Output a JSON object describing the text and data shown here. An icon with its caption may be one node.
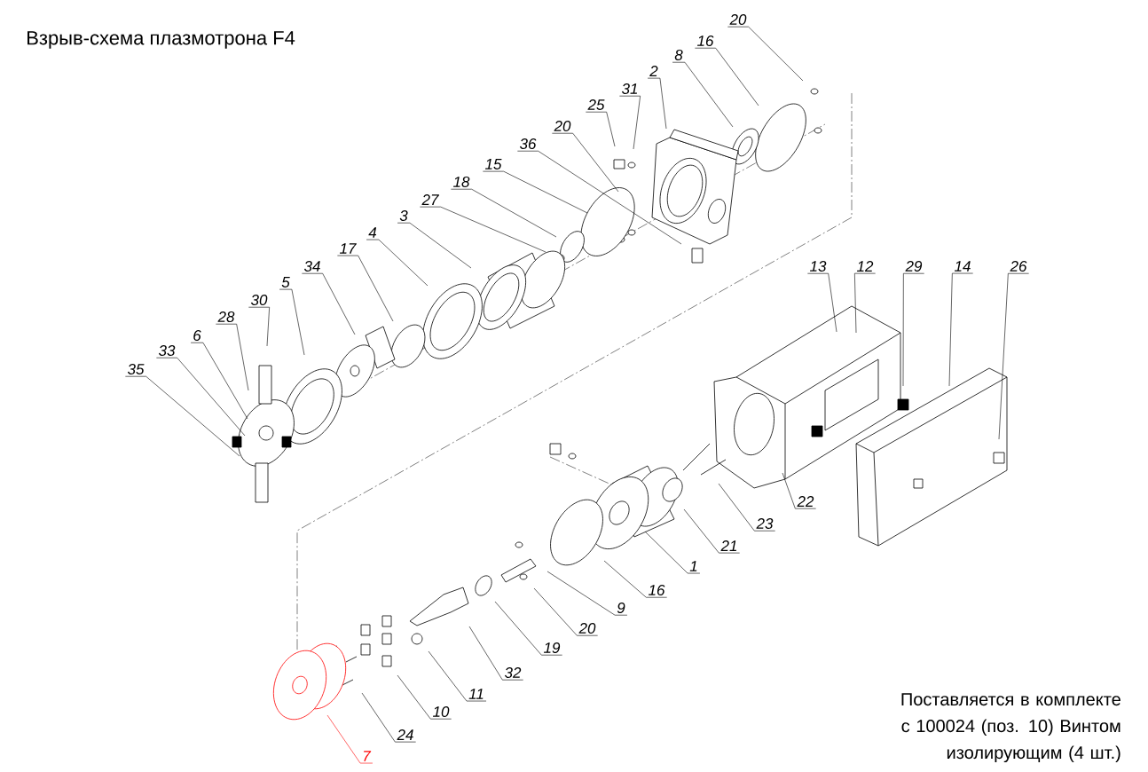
{
  "diagram": {
    "title": "Взрыв-схема плазмотрона F4",
    "nodes": [
      {
        "text": [
          "20"
        ]
      },
      {
        "text": [
          "16"
        ]
      },
      {
        "text": [
          "8"
        ]
      },
      {
        "text": [
          "2"
        ]
      },
      {
        "text": [
          "31"
        ]
      },
      {
        "text": [
          "25"
        ]
      },
      {
        "text": [
          "20"
        ]
      },
      {
        "text": [
          "36"
        ]
      },
      {
        "text": [
          "15"
        ]
      },
      {
        "text": [
          "18"
        ]
      },
      {
        "text": [
          "27"
        ]
      },
      {
        "text": [
          "3"
        ]
      },
      {
        "text": [
          "4"
        ]
      },
      {
        "text": [
          "17"
        ]
      },
      {
        "text": [
          "34"
        ]
      },
      {
        "text": [
          "5"
        ]
      },
      {
        "text": [
          "30"
        ]
      },
      {
        "text": [
          "28"
        ]
      },
      {
        "text": [
          "6"
        ]
      },
      {
        "text": [
          "33"
        ]
      },
      {
        "text": [
          "35"
        ]
      },
      {
        "text": [
          "13"
        ]
      },
      {
        "text": [
          "12"
        ]
      },
      {
        "text": [
          "29"
        ]
      },
      {
        "text": [
          "14"
        ]
      },
      {
        "text": [
          "26"
        ]
      },
      {
        "text": [
          "22"
        ]
      },
      {
        "text": [
          "23"
        ]
      },
      {
        "text": [
          "21"
        ]
      },
      {
        "text": [
          "1"
        ]
      },
      {
        "text": [
          "16"
        ]
      },
      {
        "text": [
          "9"
        ]
      },
      {
        "text": [
          "20"
        ]
      },
      {
        "text": [
          "19"
        ]
      },
      {
        "text": [
          "32"
        ]
      },
      {
        "text": [
          "11"
        ]
      },
      {
        "text": [
          "10"
        ]
      },
      {
        "text": [
          "24"
        ]
      },
      {
        "text": [
          "7"
        ]
      }
    ],
    "edges": [
      {
        "from": 0,
        "to": null,
        "arrow": "none"
      },
      {
        "from": 1,
        "to": null,
        "arrow": "none"
      },
      {
        "from": 2,
        "to": null,
        "arrow": "none"
      },
      {
        "from": 3,
        "to": null,
        "arrow": "none"
      },
      {
        "from": 4,
        "to": null,
        "arrow": "none"
      },
      {
        "from": 5,
        "to": null,
        "arrow": "none"
      },
      {
        "from": 6,
        "to": null,
        "arrow": "none"
      },
      {
        "from": 7,
        "to": null,
        "arrow": "none"
      },
      {
        "from": 8,
        "to": null,
        "arrow": "none"
      },
      {
        "from": 9,
        "to": null,
        "arrow": "none"
      },
      {
        "from": 10,
        "to": null,
        "arrow": "none"
      },
      {
        "from": 11,
        "to": null,
        "arrow": "none"
      },
      {
        "from": 12,
        "to": null,
        "arrow": "none"
      },
      {
        "from": 13,
        "to": null,
        "arrow": "none"
      },
      {
        "from": 14,
        "to": null,
        "arrow": "none"
      },
      {
        "from": 15,
        "to": null,
        "arrow": "none"
      },
      {
        "from": 16,
        "to": null,
        "arrow": "none"
      },
      {
        "from": 17,
        "to": null,
        "arrow": "none"
      },
      {
        "from": 18,
        "to": null,
        "arrow": "none"
      },
      {
        "from": 19,
        "to": null,
        "arrow": "none"
      },
      {
        "from": 20,
        "to": null,
        "arrow": "none"
      },
      {
        "from": 21,
        "to": null,
        "arrow": "none"
      },
      {
        "from": 22,
        "to": null,
        "arrow": "none"
      },
      {
        "from": 23,
        "to": null,
        "arrow": "none"
      },
      {
        "from": 24,
        "to": null,
        "arrow": "none"
      },
      {
        "from": 25,
        "to": null,
        "arrow": "none"
      },
      {
        "from": 26,
        "to": null,
        "arrow": "none"
      },
      {
        "from": 27,
        "to": null,
        "arrow": "none"
      },
      {
        "from": 28,
        "to": null,
        "arrow": "none"
      },
      {
        "from": 29,
        "to": null,
        "arrow": "none"
      },
      {
        "from": 30,
        "to": null,
        "arrow": "none"
      },
      {
        "from": 31,
        "to": null,
        "arrow": "none"
      },
      {
        "from": 32,
        "to": null,
        "arrow": "none"
      },
      {
        "from": 33,
        "to": null,
        "arrow": "none"
      },
      {
        "from": 34,
        "to": null,
        "arrow": "none"
      },
      {
        "from": 35,
        "to": null,
        "arrow": "none"
      },
      {
        "from": 36,
        "to": null,
        "arrow": "none"
      },
      {
        "from": 37,
        "to": null,
        "arrow": "none"
      },
      {
        "from": 38,
        "to": null,
        "arrow": "none",
        "color": "#ff0000"
      }
    ],
    "labels": [
      "Поставляется в комплекте с 100024 (поз. 10) Винтом изолирующим (4 шт.)"
    ]
  }
}
